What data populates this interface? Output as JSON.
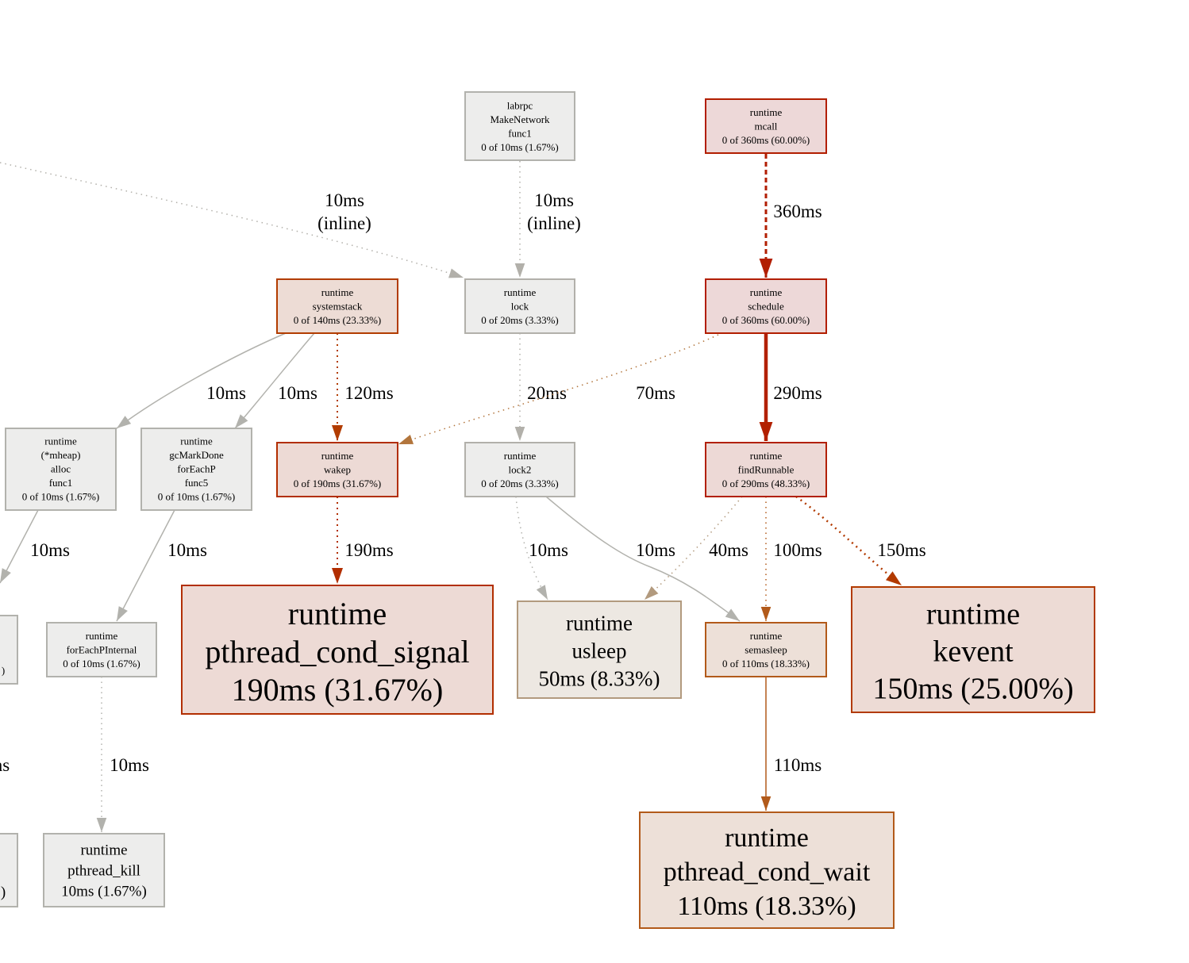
{
  "nodes": [
    {
      "id": "makenetwork",
      "lines": [
        "labrpc",
        "MakeNetwork",
        "func1",
        "0 of 10ms (1.67%)"
      ],
      "fill": "#ededec",
      "stroke": "#b2b2ad",
      "fontSize": 13
    },
    {
      "id": "mcall",
      "lines": [
        "runtime",
        "mcall",
        "0 of 360ms (60.00%)"
      ],
      "fill": "#edd8d8",
      "stroke": "#b21e00",
      "fontSize": 13
    },
    {
      "id": "systemstack",
      "lines": [
        "runtime",
        "systemstack",
        "0 of 140ms (23.33%)"
      ],
      "fill": "#eddcd5",
      "stroke": "#b23c00",
      "fontSize": 13
    },
    {
      "id": "lock",
      "lines": [
        "runtime",
        "lock",
        "0 of 20ms (3.33%)"
      ],
      "fill": "#ededec",
      "stroke": "#b2b0aa",
      "fontSize": 13
    },
    {
      "id": "schedule",
      "lines": [
        "runtime",
        "schedule",
        "0 of 360ms (60.00%)"
      ],
      "fill": "#edd8d8",
      "stroke": "#b21e00",
      "fontSize": 13
    },
    {
      "id": "mheapalloc",
      "lines": [
        "runtime",
        "(*mheap)",
        "alloc",
        "func1",
        "0 of 10ms (1.67%)"
      ],
      "fill": "#ededec",
      "stroke": "#b2b2ad",
      "fontSize": 13
    },
    {
      "id": "gcmarkdone",
      "lines": [
        "runtime",
        "gcMarkDone",
        "forEachP",
        "func5",
        "0 of 10ms (1.67%)"
      ],
      "fill": "#ededec",
      "stroke": "#b2b2ad",
      "fontSize": 13
    },
    {
      "id": "wakep",
      "lines": [
        "runtime",
        "wakep",
        "0 of 190ms (31.67%)"
      ],
      "fill": "#eddad5",
      "stroke": "#b22e00",
      "fontSize": 13
    },
    {
      "id": "lock2",
      "lines": [
        "runtime",
        "lock2",
        "0 of 20ms (3.33%)"
      ],
      "fill": "#ededec",
      "stroke": "#b2b0aa",
      "fontSize": 13
    },
    {
      "id": "findrunnable",
      "lines": [
        "runtime",
        "findRunnable",
        "0 of 290ms (48.33%)"
      ],
      "fill": "#edd9d6",
      "stroke": "#b22000",
      "fontSize": 13
    },
    {
      "id": "foreachpinternal",
      "lines": [
        "runtime",
        "forEachPInternal",
        "0 of 10ms (1.67%)"
      ],
      "fill": "#ededec",
      "stroke": "#b2b2ad",
      "fontSize": 13
    },
    {
      "id": "pthread_cond_signal",
      "lines": [
        "runtime",
        "pthread_cond_signal",
        "190ms (31.67%)"
      ],
      "fill": "#eddad5",
      "stroke": "#b22e00",
      "fontSize": 40
    },
    {
      "id": "usleep",
      "lines": [
        "runtime",
        "usleep",
        "50ms (8.33%)"
      ],
      "fill": "#ede8e2",
      "stroke": "#b29a7e",
      "fontSize": 27
    },
    {
      "id": "semasleep",
      "lines": [
        "runtime",
        "semasleep",
        "0 of 110ms (18.33%)"
      ],
      "fill": "#ede0d8",
      "stroke": "#b25a1a",
      "fontSize": 13
    },
    {
      "id": "kevent",
      "lines": [
        "runtime",
        "kevent",
        "150ms (25.00%)"
      ],
      "fill": "#eddbd5",
      "stroke": "#b23a00",
      "fontSize": 38
    },
    {
      "id": "pthread_kill",
      "lines": [
        "runtime",
        "pthread_kill",
        "10ms (1.67%)"
      ],
      "fill": "#ededec",
      "stroke": "#b2b2ad",
      "fontSize": 19
    },
    {
      "id": "pthread_cond_wait",
      "lines": [
        "runtime",
        "pthread_cond_wait",
        "110ms (18.33%)"
      ],
      "fill": "#ede0d8",
      "stroke": "#b25a1a",
      "fontSize": 34
    },
    {
      "id": "partial-node-a",
      "lines": [
        ")"
      ],
      "fill": "#ededec",
      "stroke": "#b2b2ad",
      "fontSize": 13
    },
    {
      "id": "partial-node-b",
      "lines": [
        ")"
      ],
      "fill": "#ededec",
      "stroke": "#b2b2ad",
      "fontSize": 19
    }
  ],
  "edges": [
    {
      "id": "offscreen-to-lock",
      "label": [
        "10ms",
        "(inline)"
      ],
      "color": "#b2b0aa",
      "width": 1.5,
      "style": "dotted"
    },
    {
      "id": "makenetwork-to-lock",
      "label": [
        "10ms",
        "(inline)"
      ],
      "color": "#b2b0aa",
      "width": 1.5,
      "style": "dotted"
    },
    {
      "id": "mcall-to-schedule",
      "label": [
        "360ms"
      ],
      "color": "#b21e00",
      "width": 3,
      "style": "dashed"
    },
    {
      "id": "systemstack-to-mheapalloc",
      "label": [
        "10ms"
      ],
      "color": "#b2b2ad",
      "width": 1.5,
      "style": "solid"
    },
    {
      "id": "systemstack-to-gcmarkdone",
      "label": [
        "10ms"
      ],
      "color": "#b2b2ad",
      "width": 1.5,
      "style": "solid"
    },
    {
      "id": "systemstack-to-wakep",
      "label": [
        "120ms"
      ],
      "color": "#b23c00",
      "width": 2,
      "style": "dotted"
    },
    {
      "id": "lock-to-lock2",
      "label": [
        "20ms"
      ],
      "color": "#b2b0aa",
      "width": 1.5,
      "style": "dotted"
    },
    {
      "id": "schedule-to-wakep",
      "label": [
        "70ms"
      ],
      "color": "#b2753c",
      "width": 1.5,
      "style": "dotted"
    },
    {
      "id": "schedule-to-findrunnable",
      "label": [
        "290ms"
      ],
      "color": "#b22000",
      "width": 4.5,
      "style": "solid"
    },
    {
      "id": "mheapalloc-to-offscreen",
      "label": [
        "10ms"
      ],
      "color": "#b2b2ad",
      "width": 1.5,
      "style": "solid"
    },
    {
      "id": "gcmarkdone-to-foreachpinternal",
      "label": [
        "10ms"
      ],
      "color": "#b2b2ad",
      "width": 1.5,
      "style": "solid"
    },
    {
      "id": "wakep-to-pthread_cond_signal",
      "label": [
        "190ms"
      ],
      "color": "#b22e00",
      "width": 2,
      "style": "dotted"
    },
    {
      "id": "lock2-to-usleep",
      "label": [
        "10ms"
      ],
      "color": "#b2b2ad",
      "width": 1.5,
      "style": "dotted"
    },
    {
      "id": "lock2-to-semasleep",
      "label": [
        "10ms"
      ],
      "color": "#b2b2ad",
      "width": 1.5,
      "style": "solid"
    },
    {
      "id": "findrunnable-to-usleep",
      "label": [
        "40ms"
      ],
      "color": "#b29a7e",
      "width": 1.5,
      "style": "dotted"
    },
    {
      "id": "findrunnable-to-semasleep",
      "label": [
        "100ms"
      ],
      "color": "#b25a1a",
      "width": 1.5,
      "style": "dotted"
    },
    {
      "id": "findrunnable-to-kevent",
      "label": [
        "150ms"
      ],
      "color": "#b23a00",
      "width": 2.5,
      "style": "dotted"
    },
    {
      "id": "foreachpinternal-to-pthread_kill",
      "label": [
        "10ms"
      ],
      "color": "#b2b2ad",
      "width": 1.5,
      "style": "dotted"
    },
    {
      "id": "semasleep-to-pthread_cond_wait",
      "label": [
        "110ms"
      ],
      "color": "#b25a1a",
      "width": 1.5,
      "style": "solid"
    },
    {
      "id": "partial-edge",
      "label": [
        "ns"
      ],
      "color": "#b2b2ad",
      "width": 1.5,
      "style": "none"
    }
  ]
}
